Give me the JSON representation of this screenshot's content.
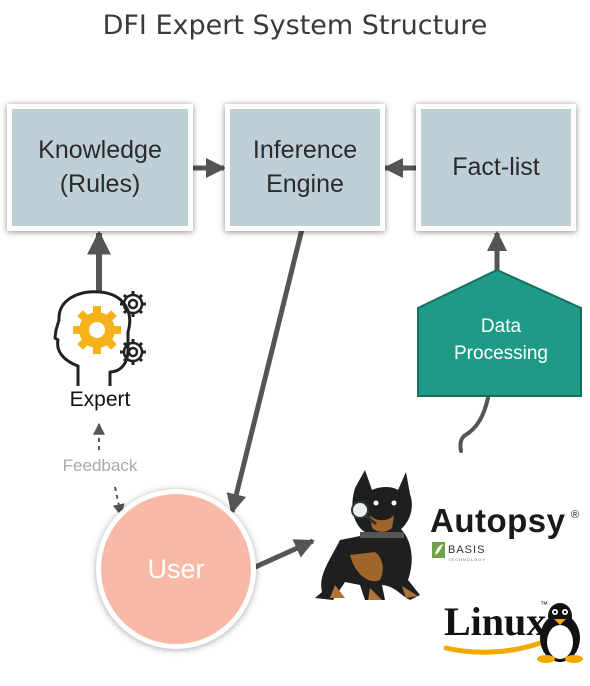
{
  "title": "DFI Expert System Structure",
  "boxes": {
    "knowledge": "Knowledge\n(Rules)",
    "inference": "Inference\nEngine",
    "factlist": "Fact-list"
  },
  "expert_label": "Expert",
  "feedback_label": "Feedback",
  "user_label": "User",
  "data_processing_label": "Data\nProcessing",
  "logos": {
    "autopsy": "Autopsy",
    "autopsy_mark": "®",
    "basis": "BASIS",
    "basis_sub": "TECHNOLOGY",
    "linux": "Linux",
    "linux_mark": "™"
  },
  "colors": {
    "box_fill": "#bfcfd8",
    "arrow": "#555555",
    "gear": "#f5b21b",
    "user_fill": "#f8b9a6",
    "data_processing_fill": "#1e9a86"
  }
}
